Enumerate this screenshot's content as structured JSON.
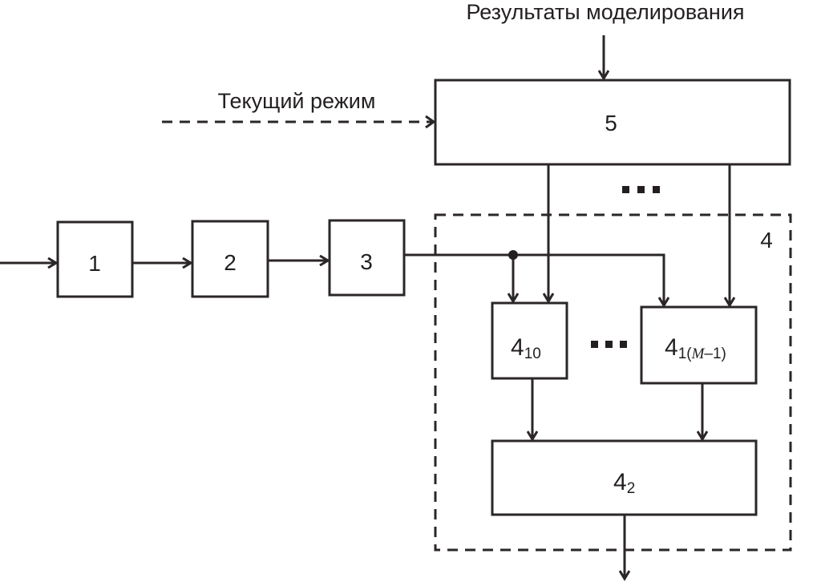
{
  "diagram": {
    "labels": {
      "modeling_results": "Результаты моделирования",
      "current_mode": "Текущий режим",
      "group_label": "4",
      "ellipsis": "..."
    },
    "blocks": [
      {
        "id": "1",
        "label": "1",
        "sub": ""
      },
      {
        "id": "2",
        "label": "2",
        "sub": ""
      },
      {
        "id": "3",
        "label": "3",
        "sub": ""
      },
      {
        "id": "5",
        "label": "5",
        "sub": ""
      },
      {
        "id": "4_10",
        "label": "4",
        "sub": "10"
      },
      {
        "id": "4_1M",
        "label": "4",
        "sub_prefix": "1(",
        "sub_italic": "M",
        "sub_suffix": "–1)"
      },
      {
        "id": "4_2",
        "label": "4",
        "sub": "2"
      }
    ],
    "connections": [
      {
        "from": "input",
        "to": "1",
        "style": "solid"
      },
      {
        "from": "1",
        "to": "2",
        "style": "solid"
      },
      {
        "from": "2",
        "to": "3",
        "style": "solid"
      },
      {
        "from": "3",
        "to": "4_10",
        "style": "solid"
      },
      {
        "from": "3",
        "to": "4_1M",
        "style": "solid"
      },
      {
        "from": "modeling_results",
        "to": "5",
        "style": "solid"
      },
      {
        "from": "current_mode",
        "to": "5",
        "style": "dashed"
      },
      {
        "from": "5",
        "to": "4_10",
        "style": "solid"
      },
      {
        "from": "5",
        "to": "4_1M",
        "style": "solid"
      },
      {
        "from": "4_10",
        "to": "4_2",
        "style": "solid"
      },
      {
        "from": "4_1M",
        "to": "4_2",
        "style": "solid"
      },
      {
        "from": "4_2",
        "to": "output",
        "style": "solid"
      }
    ],
    "colors": {
      "ink": "#231f20",
      "background": "#ffffff"
    }
  }
}
